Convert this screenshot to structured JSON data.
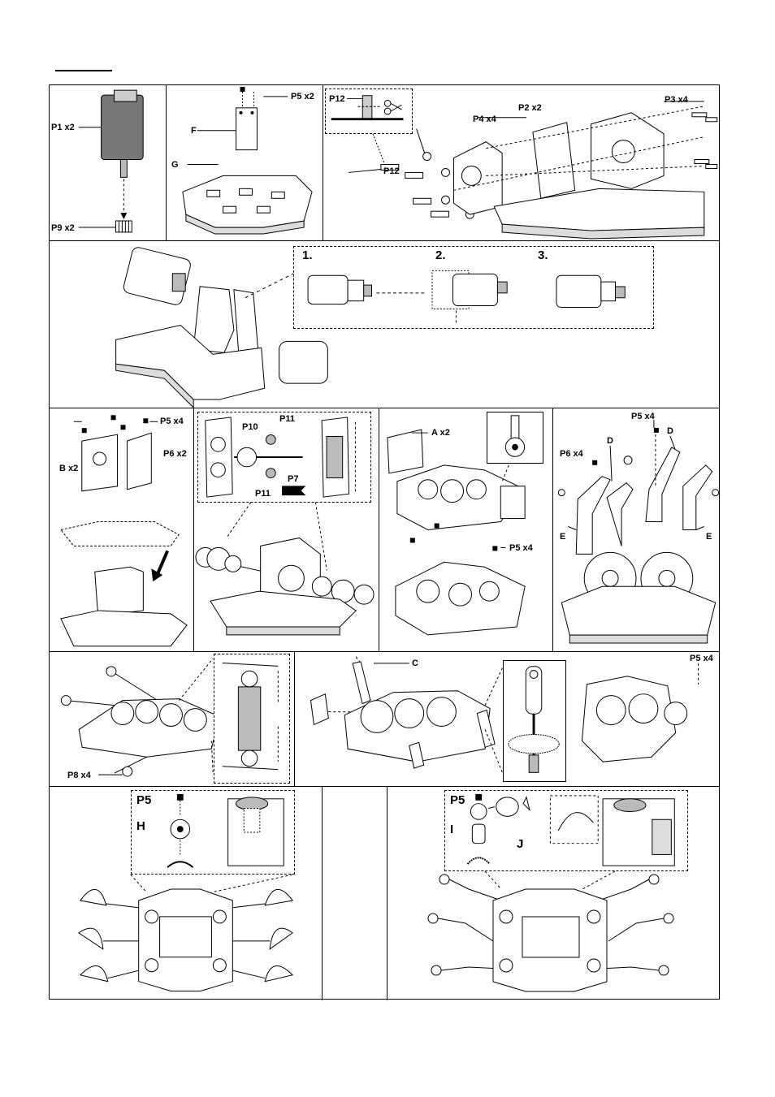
{
  "row1": {
    "motor_label": "P1 x2",
    "gear_label": "P9 x2",
    "screw_label": "P5 x2",
    "plate_label": "F",
    "base_label": "G",
    "cut_label": "P12",
    "pin_label": "P12",
    "washer_label": "P4 x4",
    "bracket_label": "P2 x2",
    "bolt_label": "P3 x4"
  },
  "row2": {
    "step1": "1.",
    "step2": "2.",
    "step3": "3."
  },
  "row3": {
    "screw_label": "P5 x4",
    "side_label": "B x2",
    "nut_label": "P6 x2",
    "gear_p10": "P10",
    "gear_p11_top": "P11",
    "gear_p11_bottom": "P11",
    "axle_p7": "P7",
    "plate_a": "A x2",
    "screw_label_2": "P5 x4",
    "screw_label_3": "P5 x4",
    "leg_d1": "D",
    "leg_d2": "D",
    "nut_label_2": "P6 x4",
    "leg_e1": "E",
    "leg_e2": "E"
  },
  "row4": {
    "foot_label": "P8 x4",
    "crank_label": "C",
    "screw_label": "P5 x4"
  },
  "row5": {
    "screw_left": "P5",
    "cup_label": "H",
    "screw_right": "P5",
    "ball_label": "I",
    "cap_label": "J"
  }
}
